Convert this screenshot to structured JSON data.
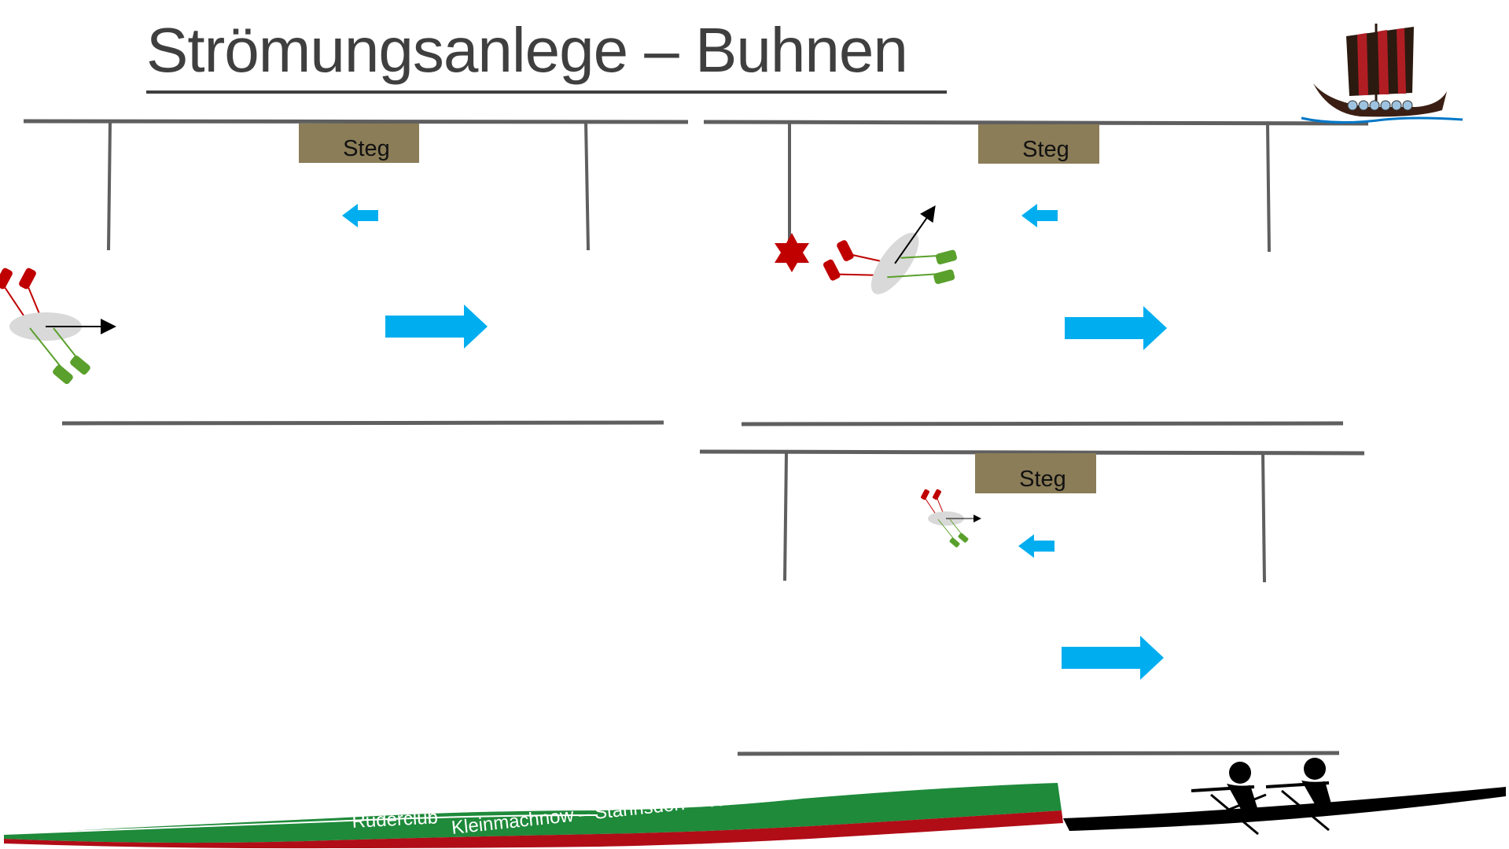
{
  "slide": {
    "title": "Strömungsanlege – Buhnen",
    "steg_label": "Steg",
    "club_banner": {
      "text_1": "Ruderclub",
      "text_2": "Kleinmachnow – Stahnsdorf – Teltow  e.V."
    }
  },
  "colors": {
    "title": "#3f3f3f",
    "shore_line": "#5f5f5f",
    "steg": "#8b7d58",
    "current_arrow": "#00aeef",
    "blade_red": "#c00000",
    "blade_green": "#5aa02c",
    "boat_hull": "#d9d9d9",
    "star": "#c00000",
    "banner_green": "#1e8a3a",
    "banner_red": "#b00d17"
  },
  "icons": {
    "logo": "viking-ship-icon",
    "rowing": "double-scull-rowers-icon",
    "marker": "star-icon"
  }
}
